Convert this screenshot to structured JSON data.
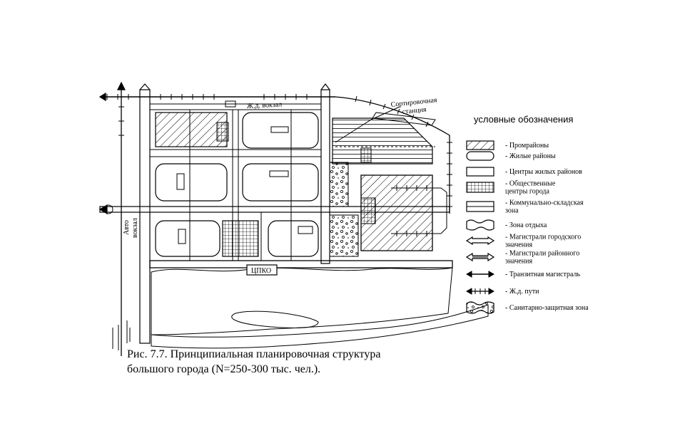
{
  "labels": {
    "railway_station": "Ж.д. вокзал",
    "sorting_station_1": "Сортировочная",
    "sorting_station_2": "станция",
    "bus_station_1": "Авто",
    "bus_station_2": "вокзал",
    "ctpko": "ЦПКО"
  },
  "legend": {
    "title": "условные обозначения",
    "items": [
      {
        "symbol": "hatch-rect",
        "lines": [
          "- Промрайоны"
        ]
      },
      {
        "symbol": "rounded-rect",
        "lines": [
          "- Жилые районы"
        ]
      },
      {
        "symbol": "plain-rect",
        "lines": [
          "- Центры жилых районов"
        ]
      },
      {
        "symbol": "grid-rect",
        "lines": [
          "- Общественные",
          "центры города"
        ]
      },
      {
        "symbol": "double-line-rect",
        "lines": [
          "- Коммунально-складская",
          "зона"
        ]
      },
      {
        "symbol": "wavy-rect",
        "lines": [
          "- Зона отдыха"
        ]
      },
      {
        "symbol": "double-arrow-city",
        "lines": [
          "- Магистрали городского",
          "значения"
        ]
      },
      {
        "symbol": "double-arrow-district",
        "lines": [
          "- Магистрали районного",
          "значения"
        ]
      },
      {
        "symbol": "transit-arrow",
        "lines": [
          "- Транзитная магистраль"
        ]
      },
      {
        "symbol": "railway-arrow",
        "lines": [
          "- Ж.д. пути"
        ]
      },
      {
        "symbol": "dotted-wavy-rect",
        "lines": [
          "- Санитарно-защитная зона"
        ]
      }
    ]
  },
  "caption": {
    "line1": "Рис. 7.7. Принципиальная планировочная структура",
    "line2": "большого города (N=250-300 тыс. чел.)."
  }
}
